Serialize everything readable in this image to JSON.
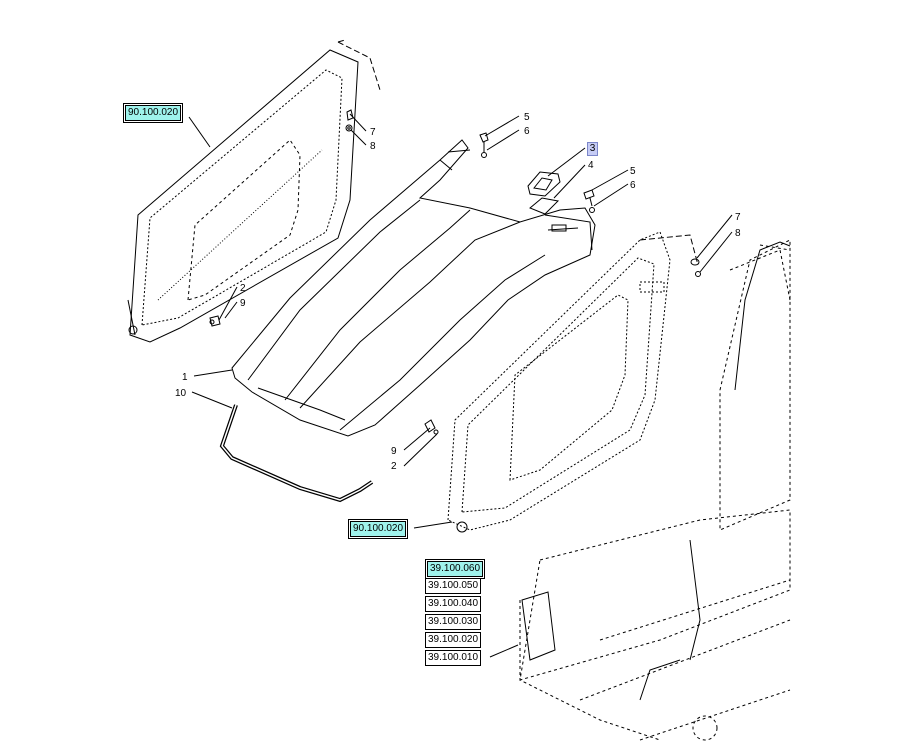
{
  "callouts": {
    "c1": "1",
    "c10": "10",
    "c2_left": "2",
    "c9_left": "9",
    "c2_mid": "2",
    "c9_mid": "9",
    "c3": "3",
    "c4": "4",
    "c5_top": "5",
    "c6_top": "6",
    "c5_right": "5",
    "c6_right": "6",
    "c7_top": "7",
    "c8_top": "8",
    "c7_right": "7",
    "c8_right": "8"
  },
  "references": {
    "left_door": "90.100.020",
    "right_door": "90.100.020",
    "stack": [
      "39.100.060",
      "39.100.050",
      "39.100.040",
      "39.100.030",
      "39.100.020",
      "39.100.010"
    ]
  },
  "colors": {
    "highlight_ref": "#9ff3ec",
    "highlight_callout": "#c6ccf5"
  }
}
